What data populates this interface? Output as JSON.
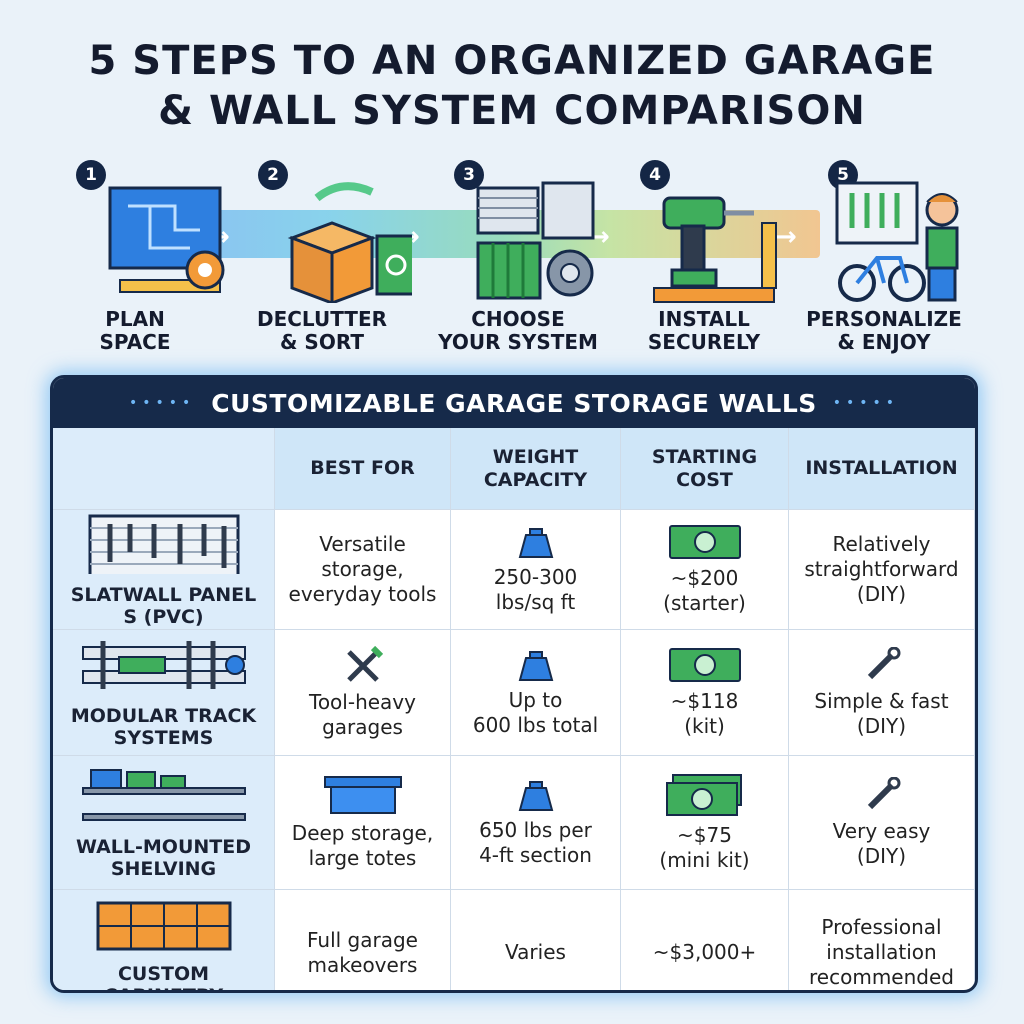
{
  "title": {
    "line1": "5 STEPS TO AN ORGANIZED GARAGE",
    "line2": "& WALL SYSTEM COMPARISON"
  },
  "steps": [
    {
      "number": "1",
      "line1": "PLAN",
      "line2": "SPACE",
      "icon": "blueprint-icon"
    },
    {
      "number": "2",
      "line1": "DECLUTTER",
      "line2": "& SORT",
      "icon": "box-recycle-icon"
    },
    {
      "number": "3",
      "line1": "CHOOSE",
      "line2": "YOUR SYSTEM",
      "icon": "panels-gear-icon"
    },
    {
      "number": "4",
      "line1": "INSTALL",
      "line2": "SECURELY",
      "icon": "drill-icon"
    },
    {
      "number": "5",
      "line1": "PERSONALIZE",
      "line2": "& ENJOY",
      "icon": "person-bike-icon"
    }
  ],
  "table": {
    "heading": "CUSTOMIZABLE GARAGE STORAGE WALLS",
    "columns": [
      {
        "line1": "BEST FOR",
        "line2": ""
      },
      {
        "line1": "WEIGHT",
        "line2": "CAPACITY"
      },
      {
        "line1": "STARTING",
        "line2": "COST"
      },
      {
        "line1": "INSTALLATION",
        "line2": ""
      }
    ],
    "rows": [
      {
        "name1": "SLATWALL PANEL",
        "name2": "S (PVC)",
        "best": [
          "Versatile",
          "storage,",
          "everyday tools"
        ],
        "weight": [
          "250-300",
          "lbs/sq ft"
        ],
        "cost": [
          "~$200",
          "(starter)"
        ],
        "install": [
          "Relatively",
          "straightforward",
          "(DIY)"
        ]
      },
      {
        "name1": "MODULAR TRACK",
        "name2": "SYSTEMS",
        "best": [
          "Tool-heavy",
          "garages"
        ],
        "weight": [
          "Up to",
          "600 lbs total"
        ],
        "cost": [
          "~$118",
          "(kit)"
        ],
        "install": [
          "Simple & fast",
          "(DIY)"
        ]
      },
      {
        "name1": "WALL-MOUNTED",
        "name2": "SHELVING",
        "best": [
          "Deep storage,",
          "large totes"
        ],
        "weight": [
          "650 lbs per",
          "4-ft section"
        ],
        "cost": [
          "~$75",
          "(mini kit)"
        ],
        "install": [
          "Very easy",
          "(DIY)"
        ]
      },
      {
        "name1": "CUSTOM",
        "name2": "CABINETRY",
        "best": [
          "Full garage",
          "makeovers"
        ],
        "weight": [
          "Varies"
        ],
        "cost": [
          "~$3,000+"
        ],
        "install": [
          "Professional",
          "installation",
          "recommended"
        ]
      }
    ]
  },
  "colors": {
    "navy": "#162a4a",
    "blue": "#2e7fe0",
    "green": "#3fae5c",
    "orange": "#f29a38"
  }
}
